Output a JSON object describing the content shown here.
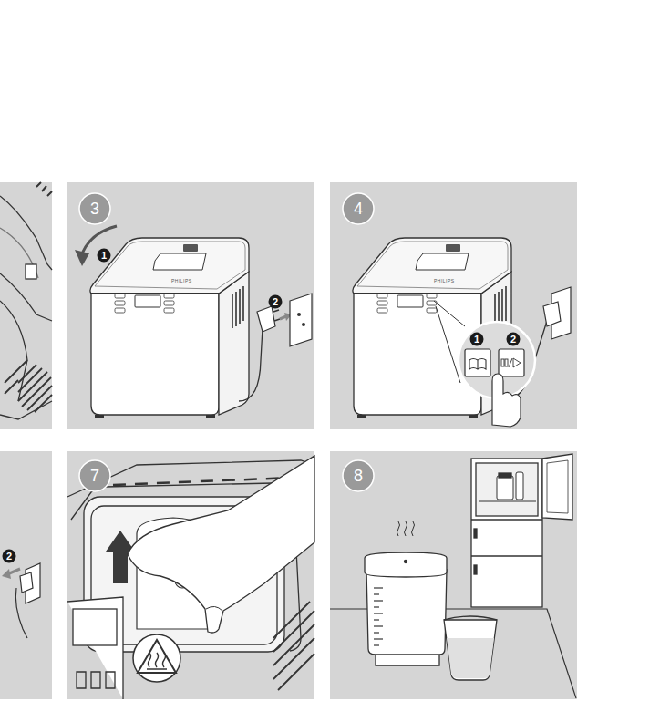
{
  "diagram": {
    "nodes": [
      {
        "text": [
          "3"
        ]
      },
      {
        "text": [
          "1"
        ]
      },
      {
        "text": [
          "2"
        ]
      },
      {
        "text": [
          "4"
        ]
      },
      {
        "text": [
          "1"
        ]
      },
      {
        "text": [
          "2"
        ]
      },
      {
        "text": [
          "2"
        ]
      },
      {
        "text": [
          "7"
        ]
      },
      {
        "text": [
          "8"
        ]
      }
    ],
    "labels": [
      "PHILIPS",
      "PHILIPS"
    ]
  }
}
